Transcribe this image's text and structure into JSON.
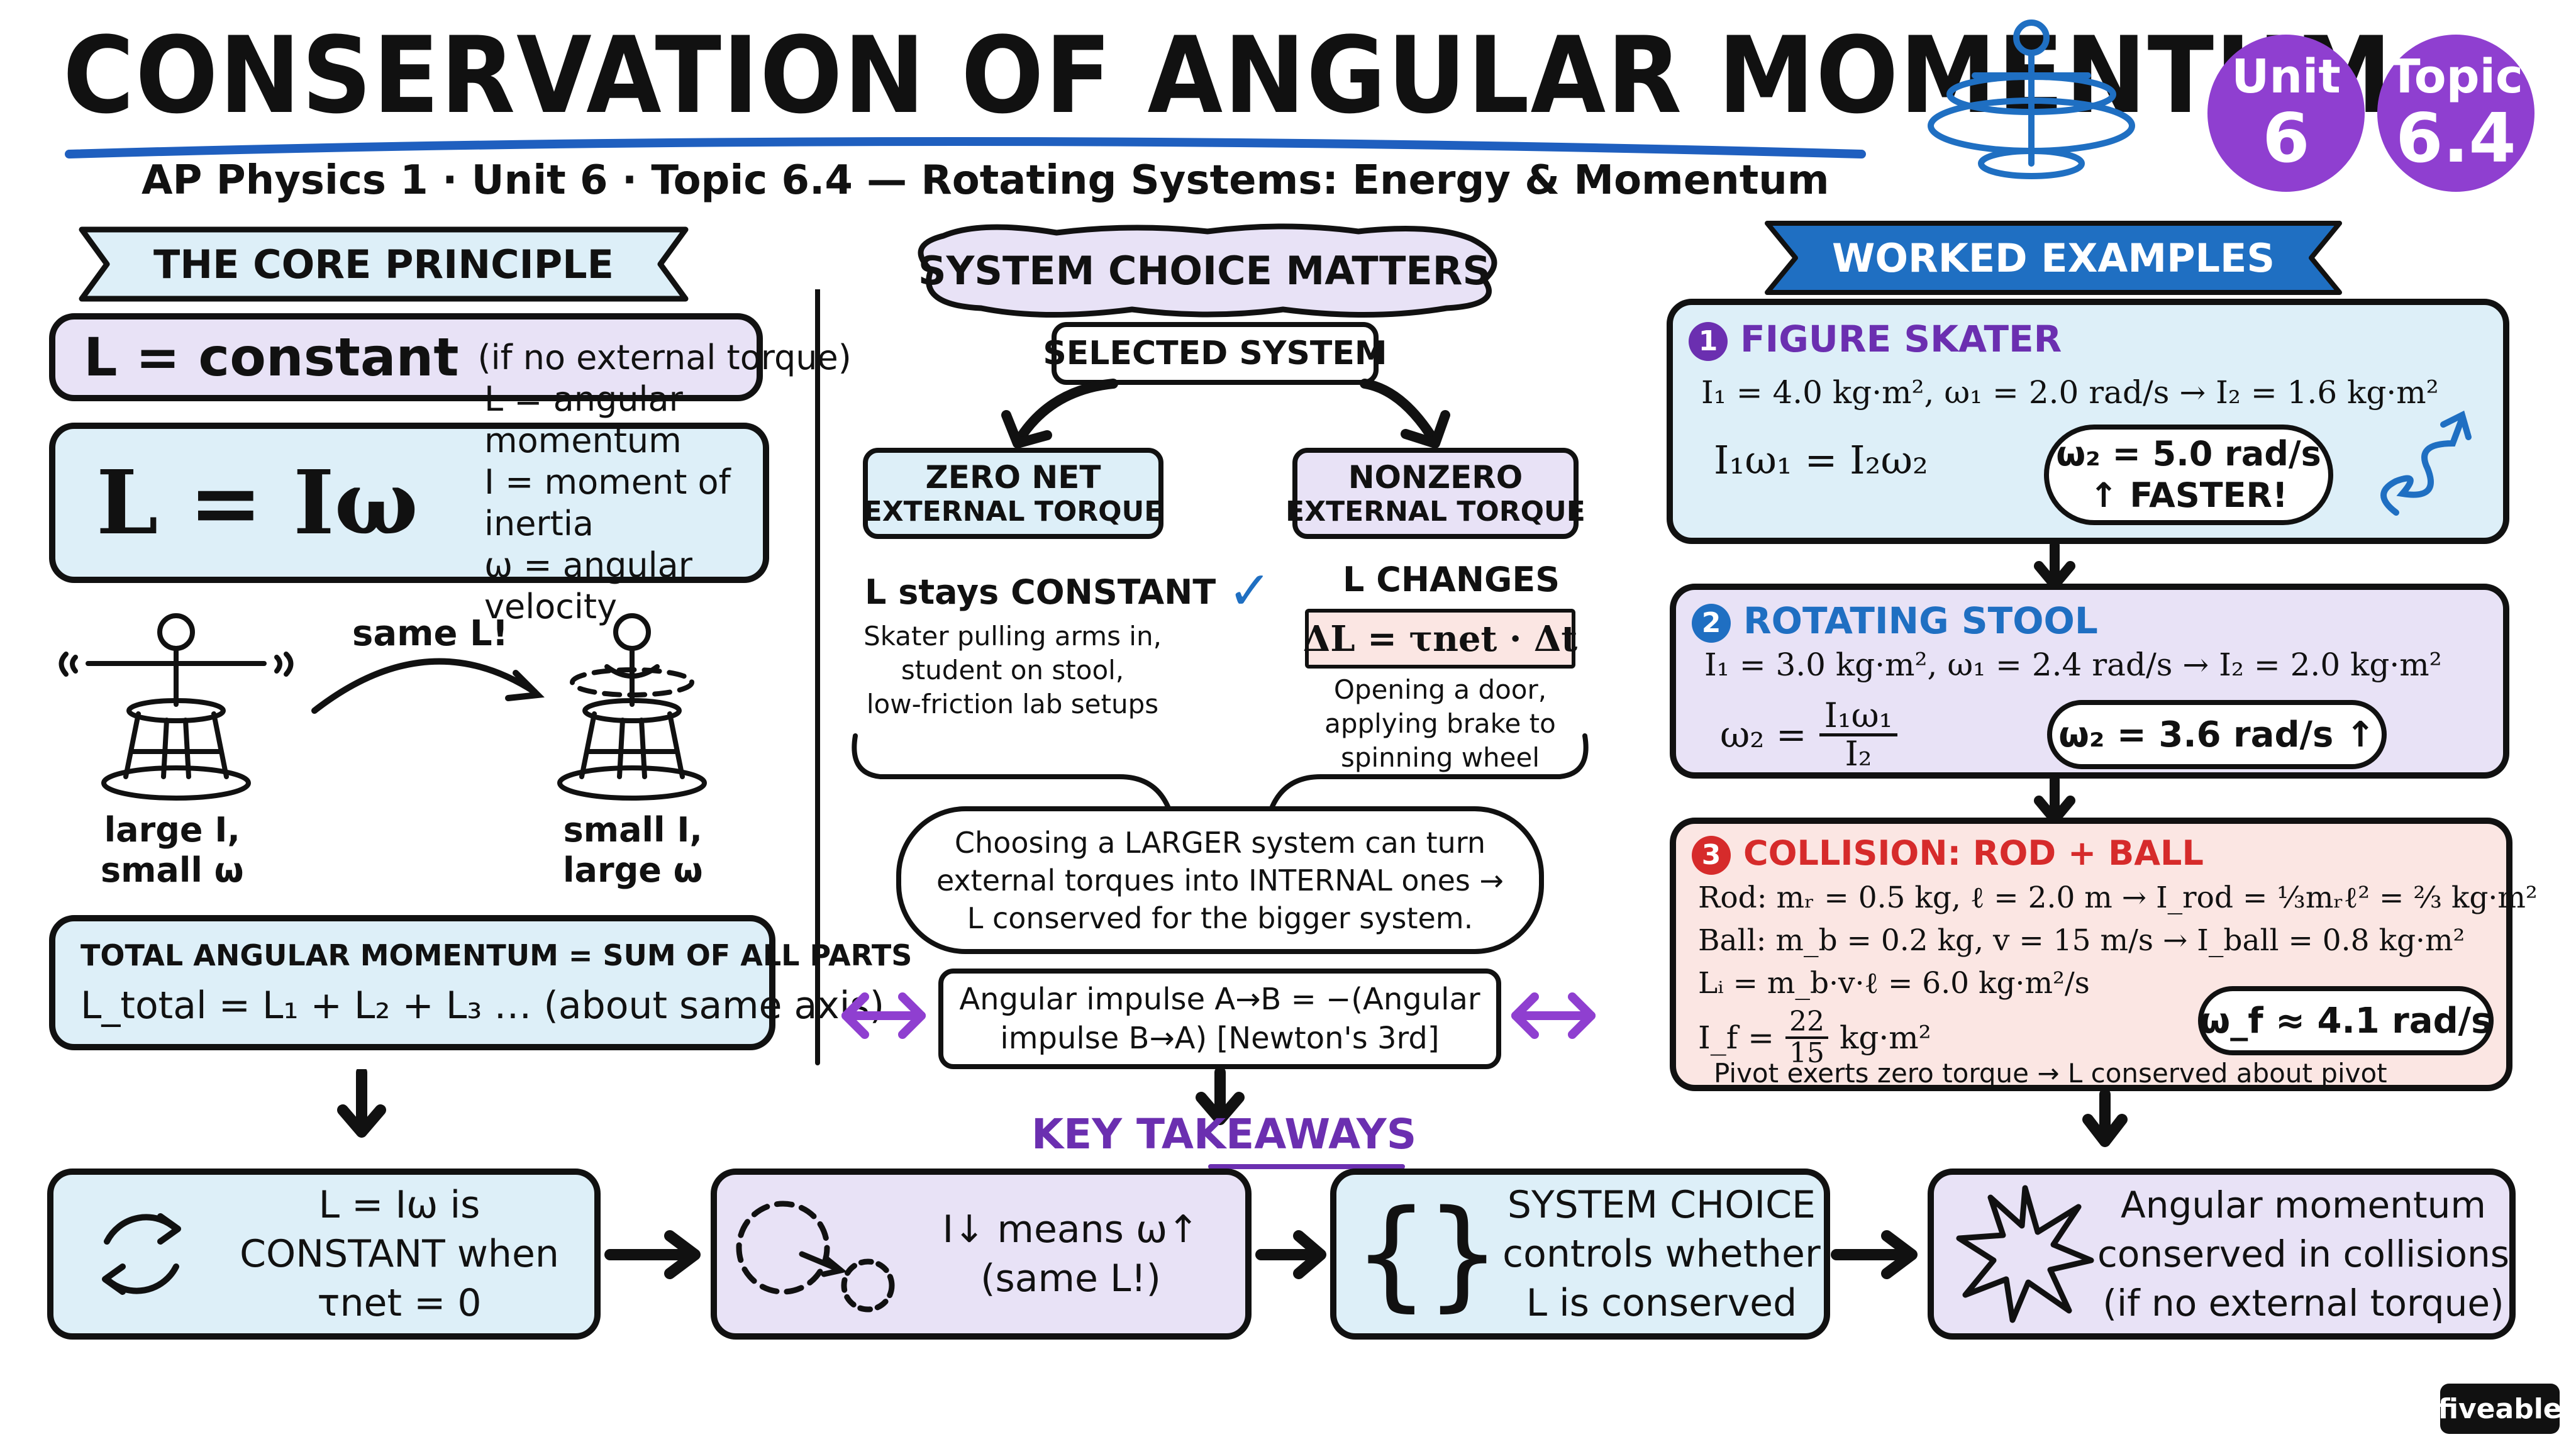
{
  "header": {
    "title": "CONSERVATION OF ANGULAR MOMENTUM",
    "subtitle": "AP Physics 1 · Unit 6 · Topic 6.4 — Rotating Systems: Energy & Momentum",
    "unit_badge": {
      "label": "Unit",
      "value": "6"
    },
    "topic_badge": {
      "label": "Topic",
      "value": "6.4"
    }
  },
  "core": {
    "heading": "THE CORE PRINCIPLE",
    "constant_main": "L = constant",
    "constant_note": "(if no external torque)",
    "formula": "L = Iω",
    "defs": [
      "L = angular momentum",
      "I = moment of inertia",
      "ω = angular velocity"
    ],
    "same_l": "same L!",
    "left_caption": [
      "large I,",
      "small ω"
    ],
    "right_caption": [
      "small I,",
      "large ω"
    ],
    "total_heading": "TOTAL ANGULAR MOMENTUM = SUM OF ALL PARTS",
    "total_formula": "L_total = L₁ + L₂ + L₃ … (about same axis)"
  },
  "system": {
    "heading": "SYSTEM CHOICE MATTERS",
    "selected": "SELECTED SYSTEM",
    "zero_box": [
      "ZERO NET",
      "EXTERNAL TORQUE"
    ],
    "nonzero_box": [
      "NONZERO",
      "EXTERNAL TORQUE"
    ],
    "stays_constant": "L stays CONSTANT",
    "changes": "L CHANGES",
    "delta_formula": "ΔL = τnet · Δt",
    "zero_examples": [
      "Skater pulling arms in,",
      "student on stool,",
      "low-friction lab setups"
    ],
    "nonzero_examples": [
      "Opening a door,",
      "applying brake to",
      "spinning wheel"
    ],
    "larger_system": [
      "Choosing a LARGER system can turn",
      "external torques into INTERNAL ones →",
      "L conserved for the bigger system."
    ],
    "impulse": [
      "Angular impulse A→B = −(Angular",
      "impulse B→A)   [Newton's 3rd]"
    ]
  },
  "examples": {
    "heading": "WORKED EXAMPLES",
    "ex1": {
      "num": "1",
      "title": "FIGURE SKATER",
      "given": "I₁ = 4.0 kg·m², ω₁ = 2.0 rad/s → I₂ = 1.6 kg·m²",
      "equation": "I₁ω₁ = I₂ω₂",
      "result_a": "ω₂ = 5.0 rad/s",
      "result_b": "↑ FASTER!"
    },
    "ex2": {
      "num": "2",
      "title": "ROTATING STOOL",
      "given": "I₁ = 3.0 kg·m², ω₁ = 2.4 rad/s → I₂ = 2.0 kg·m²",
      "eq_lhs": "ω₂ =",
      "eq_num": "I₁ω₁",
      "eq_den": "I₂",
      "result": "ω₂ = 3.6 rad/s ↑"
    },
    "ex3": {
      "num": "3",
      "title": "COLLISION: ROD + BALL",
      "rod": "Rod: mᵣ = 0.5 kg, ℓ = 2.0 m → I_rod = ⅓mᵣℓ² = ⅔ kg·m²",
      "ball": "Ball: m_b = 0.2 kg, v = 15 m/s → I_ball = 0.8 kg·m²",
      "li": "Lᵢ = m_b·v·ℓ = 6.0 kg·m²/s",
      "if_lhs": "I_f =",
      "if_num": "22",
      "if_den": "15",
      "if_unit": "kg·m²",
      "result": "ω_f ≈ 4.1 rad/s",
      "pivot": "Pivot exerts zero torque → L conserved about pivot"
    }
  },
  "takeaways": {
    "heading": "KEY TAKEAWAYS",
    "items": [
      [
        "L = Iω is",
        "CONSTANT when",
        "τnet = 0"
      ],
      [
        "I↓ means ω↑",
        "(same L!)"
      ],
      [
        "SYSTEM CHOICE",
        "controls whether",
        "L is conserved"
      ],
      [
        "Angular momentum",
        "conserved in collisions",
        "(if no external torque)"
      ]
    ]
  },
  "brand": "fiveable",
  "colors": {
    "purple": "#8f3fd0",
    "blue_accent": "#1f6fc2",
    "red_accent": "#d62b2b",
    "title_underline": "#1f5fbf"
  }
}
